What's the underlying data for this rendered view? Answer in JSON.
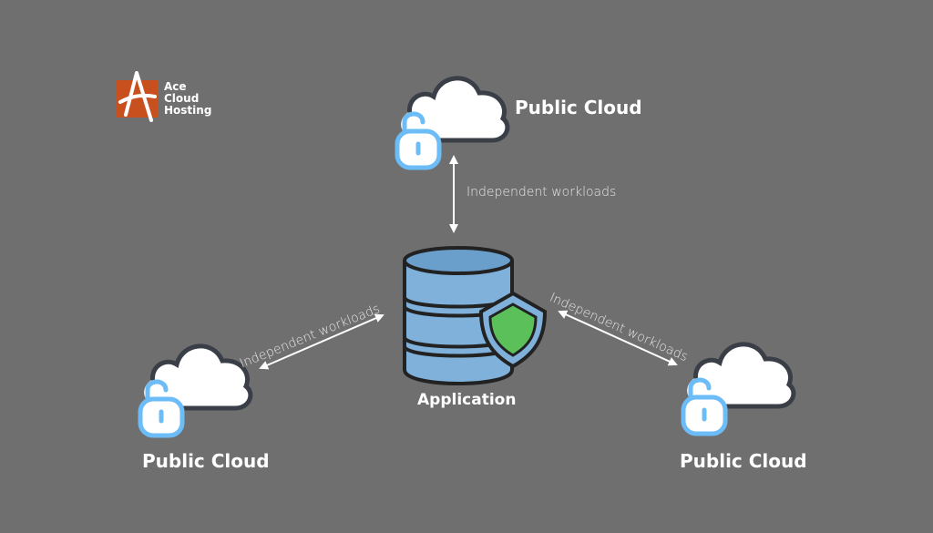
{
  "logo": {
    "lines": [
      "Ace",
      "Cloud",
      "Hosting"
    ],
    "brand_color": "#c8501e"
  },
  "nodes": {
    "top_cloud": {
      "label": "Public Cloud"
    },
    "left_cloud": {
      "label": "Public Cloud"
    },
    "right_cloud": {
      "label": "Public Cloud"
    },
    "application": {
      "label": "Application"
    }
  },
  "edges": {
    "top": {
      "label": "Independent workloads"
    },
    "left": {
      "label": "Independent workloads"
    },
    "right": {
      "label": "Independent workloads"
    }
  },
  "colors": {
    "background": "#6f6f6f",
    "cloud_fill": "#ffffff",
    "cloud_outline": "#3a3f47",
    "lock": "#6bbcf7",
    "database": "#7fb1da",
    "shield": "#5cc05a",
    "outline": "#222222"
  }
}
